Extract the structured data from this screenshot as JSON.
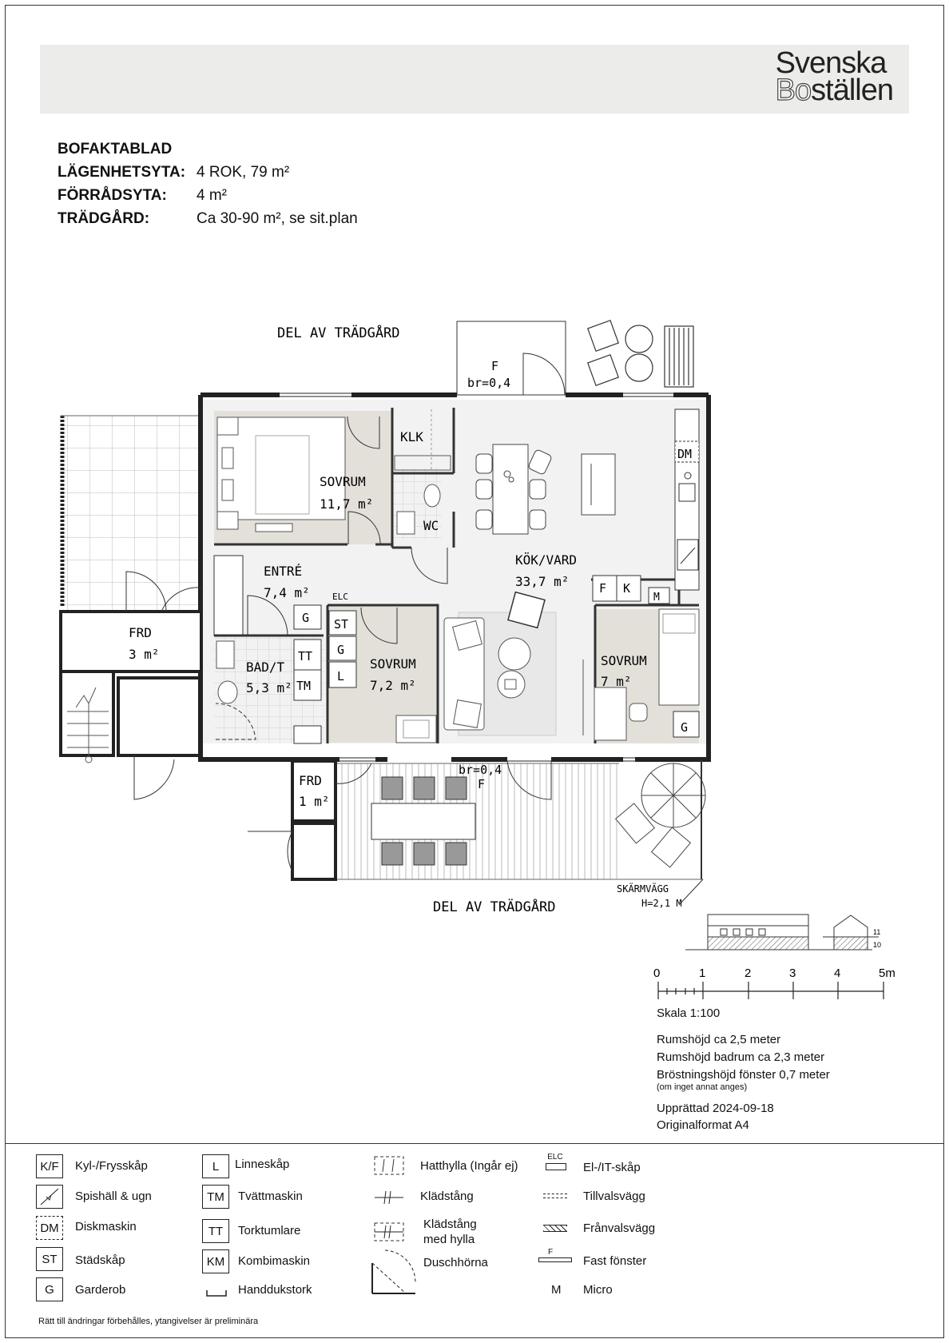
{
  "brand": {
    "line1": "Svenska",
    "line2_bo": "Bo",
    "line2_rest": "ställen"
  },
  "facts": [
    {
      "key": "BOFAKTABLAD",
      "value": ""
    },
    {
      "key": "LÄGENHETSYTA:",
      "value": "4 ROK, 79 m²"
    },
    {
      "key": "FÖRRÅDSYTA:",
      "value": "4 m²"
    },
    {
      "key": "TRÄDGÅRD:",
      "value": "Ca 30-90 m², se sit.plan"
    }
  ],
  "plan": {
    "garden_top": "DEL AV TRÄDGÅRD",
    "garden_bottom": "DEL AV TRÄDGÅRD",
    "fixed_window_top": {
      "f": "F",
      "br": "br=0,4"
    },
    "fixed_window_bottom": {
      "br": "br=0,4",
      "f": "F"
    },
    "rooms": {
      "sovrum1": {
        "name": "SOVRUM",
        "area": "11,7 m²"
      },
      "klk": "KLK",
      "wc": "WC",
      "entre": {
        "name": "ENTRÉ",
        "area": "7,4 m²"
      },
      "kok": {
        "name": "KÖK/VARD",
        "area": "33,7 m²"
      },
      "bad": {
        "name": "BAD/T",
        "area": "5,3 m²"
      },
      "sovrum2": {
        "name": "SOVRUM",
        "area": "7,2 m²"
      },
      "sovrum3": {
        "name": "SOVRUM",
        "area": "7 m²"
      },
      "frd1": {
        "name": "FRD",
        "area": "3 m²"
      },
      "frd2": {
        "name": "FRD",
        "area": "1 m²"
      }
    },
    "fixtures": {
      "dm": "DM",
      "f": "F",
      "k": "K",
      "m": "M",
      "elc": "ELC",
      "g1": "G",
      "st": "ST",
      "g2": "G",
      "l": "L",
      "tt": "TT",
      "tm": "TM",
      "g3": "G"
    },
    "screen_wall": {
      "line1": "SKÄRMVÄGG",
      "line2": "H=2,1 M"
    },
    "elevation_levels": {
      "upper": "11",
      "lower": "10"
    }
  },
  "scale": {
    "ticks": [
      "0",
      "1",
      "2",
      "3",
      "4",
      "5m"
    ],
    "label": "Skala 1:100"
  },
  "notes": {
    "room_height": "Rumshöjd ca 2,5 meter",
    "bath_height": "Rumshöjd badrum ca 2,3 meter",
    "sill_height": "Bröstningshöjd fönster 0,7 meter",
    "sill_note": "(om inget annat anges)",
    "date": "Upprättad 2024-09-18",
    "format": "Originalformat A4"
  },
  "legend": {
    "kf": {
      "code": "K/F",
      "label": "Kyl-/Frysskåp"
    },
    "spis": {
      "label": "Spishäll & ugn"
    },
    "dm": {
      "code": "DM",
      "label": "Diskmaskin"
    },
    "st": {
      "code": "ST",
      "label": "Städskåp"
    },
    "g": {
      "code": "G",
      "label": "Garderob"
    },
    "l": {
      "code": "L",
      "label": "Linneskåp"
    },
    "tm": {
      "code": "TM",
      "label": "Tvättmaskin"
    },
    "tt": {
      "code": "TT",
      "label": "Torktumlare"
    },
    "km": {
      "code": "KM",
      "label": "Kombimaskin"
    },
    "handduk": {
      "label": "Handdukstork"
    },
    "hatt": {
      "label": "Hatthylla (Ingår ej)"
    },
    "kladstang": {
      "label": "Klädstång"
    },
    "kladhylla": {
      "line1": "Klädstång",
      "line2": "med hylla"
    },
    "dusch": {
      "label": "Duschhörna"
    },
    "elc": {
      "code": "ELC",
      "label": "El-/IT-skåp"
    },
    "tillval": {
      "label": "Tillvalsvägg"
    },
    "franval": {
      "label": "Frånvalsvägg"
    },
    "fast": {
      "code": "F",
      "label": "Fast fönster"
    },
    "micro": {
      "code": "M",
      "label": "Micro"
    }
  },
  "footer": "Rätt till ändringar förbehålles, ytangivelser är preliminära"
}
